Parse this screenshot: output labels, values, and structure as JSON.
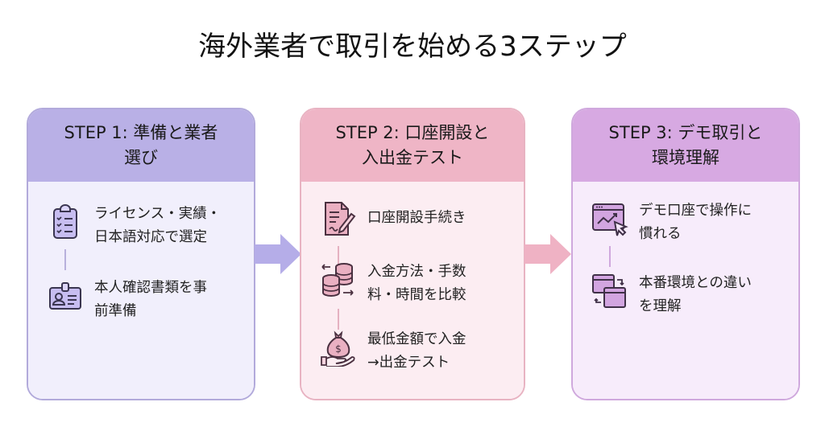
{
  "title": "海外業者で取引を始める3ステップ",
  "colors": {
    "step1_header": "#b9b0e6",
    "step1_body": "#f1effc",
    "step2_header": "#efb5c6",
    "step2_body": "#fcedf2",
    "step3_header": "#d7a9e2",
    "step3_body": "#f7ecfb"
  },
  "steps": [
    {
      "heading_line1": "STEP 1: 準備と業者",
      "heading_line2": "選び",
      "items": [
        {
          "icon": "clipboard-checklist-icon",
          "line1": "ライセンス・実績・",
          "line2": "日本語対応で選定"
        },
        {
          "icon": "id-card-icon",
          "line1": "本人確認書類を事",
          "line2": "前準備"
        }
      ]
    },
    {
      "heading_line1": "STEP 2: 口座開設と",
      "heading_line2": "入出金テスト",
      "items": [
        {
          "icon": "document-pen-icon",
          "line1": "口座開設手続き",
          "line2": ""
        },
        {
          "icon": "coins-exchange-icon",
          "line1": "入金方法・手数",
          "line2": "料・時間を比較"
        },
        {
          "icon": "money-bag-hand-icon",
          "line1": "最低金額で入金",
          "line2": "→出金テスト"
        }
      ]
    },
    {
      "heading_line1": "STEP 3: デモ取引と",
      "heading_line2": "環境理解",
      "items": [
        {
          "icon": "chart-window-cursor-icon",
          "line1": "デモ口座で操作に",
          "line2": "慣れる"
        },
        {
          "icon": "window-switch-icon",
          "line1": "本番環境との違い",
          "line2": "を理解"
        }
      ]
    }
  ]
}
